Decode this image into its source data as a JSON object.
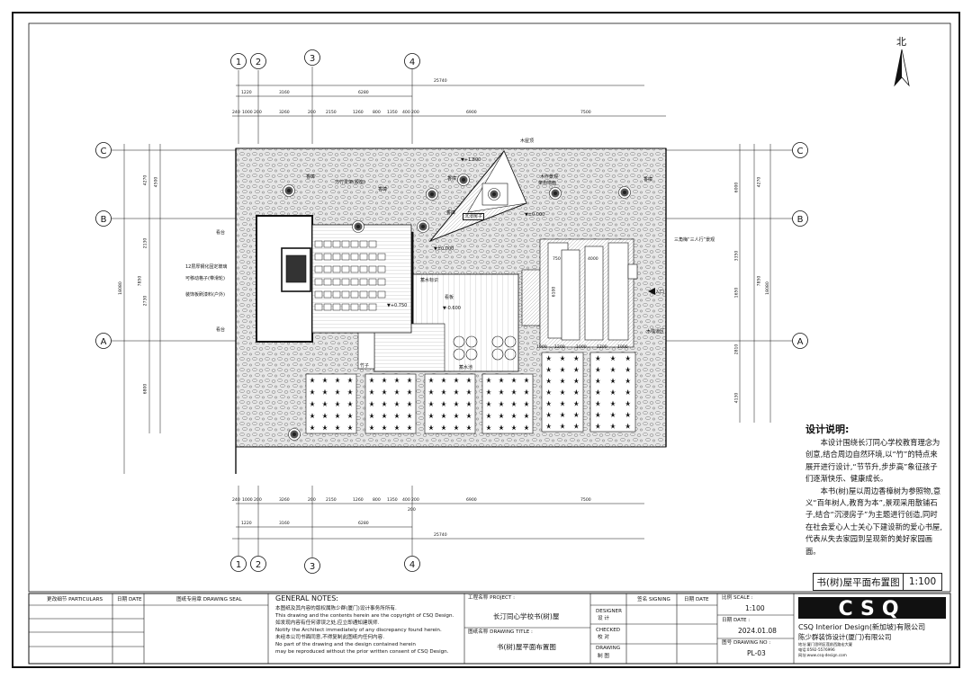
{
  "north": "北",
  "grid": {
    "cols": [
      "1",
      "2",
      "3",
      "4"
    ],
    "rows": [
      "C",
      "B",
      "A"
    ]
  },
  "dims_top": {
    "total": "25740",
    "row2": [
      "1220",
      "3160",
      "6280"
    ],
    "row3": [
      "240",
      "1000",
      "200",
      "3260",
      "200",
      "2150",
      "1260",
      "800",
      "1350",
      "400",
      "200",
      "6900",
      "7500"
    ]
  },
  "dims_bottom": {
    "row1": [
      "240",
      "1000",
      "200",
      "3260",
      "200",
      "2150",
      "1260",
      "800",
      "1350",
      "400",
      "200",
      "6900",
      "7500"
    ],
    "extra": "200",
    "row2": [
      "1220",
      "3160",
      "6280"
    ],
    "total": "25740"
  },
  "dims_left": {
    "total": "18080",
    "outer": [
      "4270",
      "2130",
      "2730",
      "6800"
    ],
    "inner": [
      "4500",
      "7850"
    ]
  },
  "dims_right": {
    "total": "18080",
    "outer": [
      "6000",
      "3350",
      "1650",
      "2810",
      "4130"
    ],
    "inner": [
      "4270",
      "7850"
    ]
  },
  "labels": {
    "fangzhen": "木屋顶",
    "level_up": "▼+1.800",
    "level_mid": "▼±0.000",
    "level_low": "▼+0.750",
    "level_neg": "▼-0.600",
    "level_zero": "▼±0.000",
    "wood_frame": "沉浸房子",
    "tree1": "香樟",
    "tree2": "香樟",
    "tree3": "香樟",
    "tree4": "香樟",
    "tree5": "香樟",
    "hall": "方竹支架(胶座)",
    "roof_note": "木作景观",
    "roof_note2": "架构墙面",
    "triangle": "三角梅“三人行”景观",
    "entry": "入口",
    "wood_path": "木栈道区",
    "stage": "看台",
    "gallery": "看台",
    "shelf1": "12层厚钢化固定玻璃",
    "shelf2": "可移动格子(带滑轮)",
    "shelf3": "装饰板刷漆料(户外)",
    "courtyard": "看板",
    "bamboo": "竹子",
    "pool": "蓄水池",
    "mid_bar": "蓄水标识",
    "dims_wood": [
      "750",
      "4000",
      "6100"
    ],
    "dims_deck": [
      "1000",
      "1200",
      "1000",
      "1200",
      "1000"
    ]
  },
  "design_notes": {
    "heading": "设计说明:",
    "p1": "本设计围绕长汀同心学校教育理念为创意,结合周边自然环境,以“竹”的特点来展开进行设计,“节节升,步步高”象征孩子们逐渐快乐、健康成长。",
    "p2": "本书(树)屋以周边香樟树为参照物,意义“百年树人,教育为本”,景观采用散铺石子,结合“沉浸房子”为主题进行创造,同时在社会爱心人士关心下建设新的爱心书屋,代表从失去家园到呈现新的美好家园画面。"
  },
  "drawing_title": {
    "name": "书(树)屋平面布置图",
    "scale": "1:100"
  },
  "titleblock": {
    "col1_head": "更改细节 PARTICULARS",
    "col2_head": "日期 DATE",
    "col3_head": "图纸专用章 DRAWING SEAL",
    "general_notes_head": "GENERAL NOTES:",
    "general_notes": [
      "本图纸及其内容的版权属陈少群(厦门)设计事务所所有.",
      "This drawing and the contents herein are the copyright of CSQ Design.",
      "如发现内容有任何谬误之处,应立即通知建筑师.",
      "Notify the Architect immediately of any discrepancy found herein.",
      "未经本公司书面同意,不得复制此图纸内任何内容.",
      "No part of the drawing and the design contained herein",
      "may be reproduced without the prior written consent of CSQ Design."
    ],
    "project_label": "工程名称 PROJECT :",
    "project_name": "长汀同心学校书(树)屋",
    "drawing_label": "图纸名称 DRAWING TITLE :",
    "drawing_name": "书(树)屋平面布置图",
    "designer": "DESIGNER",
    "designer_cn": "设 计",
    "checked": "CHECKED",
    "checked_cn": "校 对",
    "drawing_by": "DRAWING",
    "drawing_by_cn": "制 图",
    "signing": "签名 SIGNING",
    "date_head": "日期 DATE",
    "scale_label": "比例 SCALE :",
    "scale_value": "1:100",
    "date_label": "日期 DATE :",
    "date_value": "2024.01.08",
    "dwgno_label": "图号 DRAWING NO :",
    "dwgno_value": "PL-03",
    "company_logo": "CSQ",
    "company_en": "CSQ Interior Design(新加坡)有限公司",
    "company_cn": "陈少群装饰设计(厦门)有限公司",
    "addr1": "地址:厦门思明区莲前西路宏大厦",
    "addr2": "电话:0592-5576996",
    "addr3": "网址:www.csq-design.com"
  },
  "colors": {
    "ink": "#111111",
    "gravel": "#cfcfcf",
    "deck": "#ffffff"
  }
}
